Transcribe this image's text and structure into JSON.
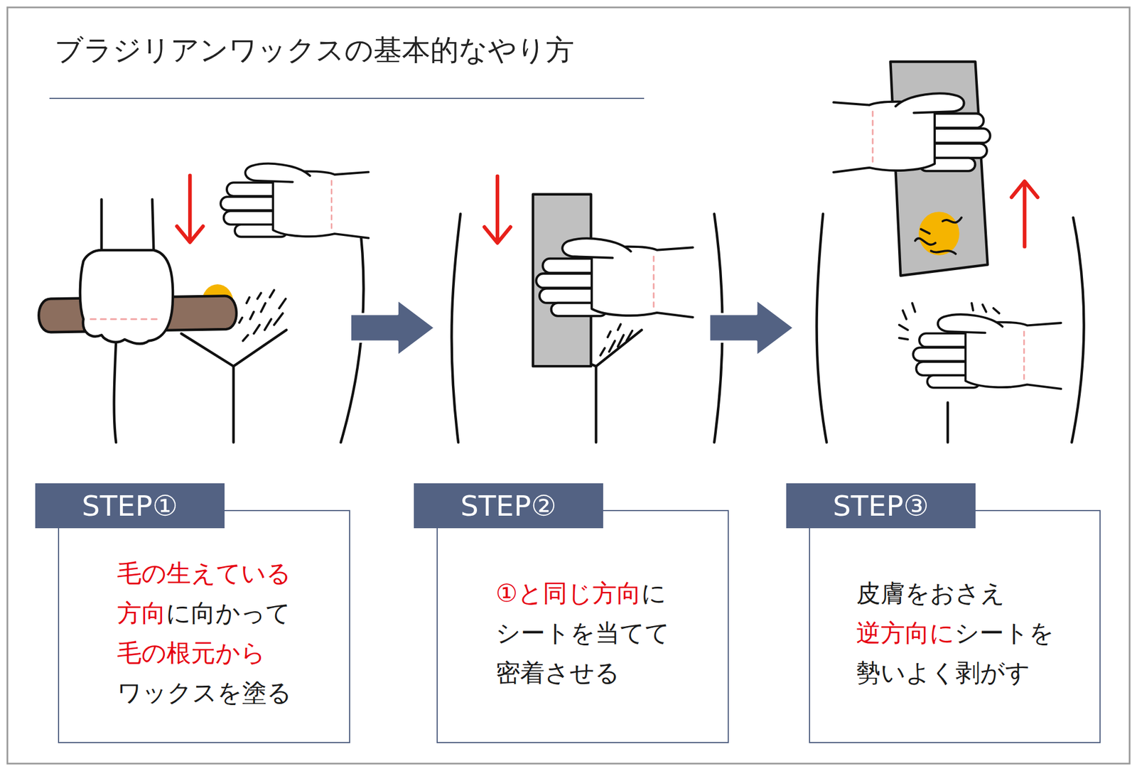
{
  "diagram": {
    "title": "ブラジリアンワックスの基本的なやり方",
    "nodes": [
      {
        "text": [
          "STEP①",
          "毛の生えている 方向に向かって 毛の根元から ワックスを塗る"
        ]
      },
      {
        "text": [
          "STEP②",
          "①と同じ方向に シートを当てて 密着させる"
        ]
      },
      {
        "text": [
          "STEP③",
          "皮膚をおさえ 逆方向にシートを 勢いよく剥がす"
        ]
      }
    ]
  }
}
